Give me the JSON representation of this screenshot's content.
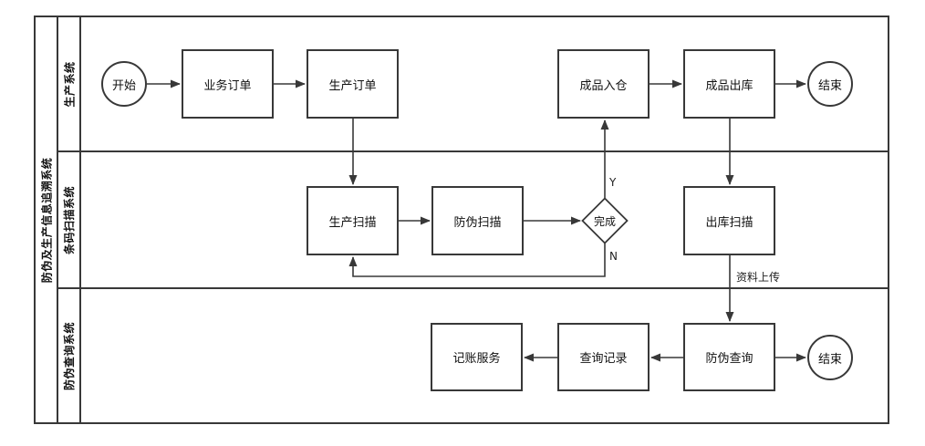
{
  "pool": {
    "title": "防伪及生产信息追溯系统"
  },
  "lanes": [
    {
      "label": "生产系统"
    },
    {
      "label": "条码扫描系统"
    },
    {
      "label": "防伪查询系统"
    }
  ],
  "nodes": {
    "start": {
      "label": "开始",
      "shape": "circle"
    },
    "business_order": {
      "label": "业务订单",
      "shape": "rect"
    },
    "production_order": {
      "label": "生产订单",
      "shape": "rect"
    },
    "finished_in": {
      "label": "成品入仓",
      "shape": "rect"
    },
    "finished_out": {
      "label": "成品出库",
      "shape": "rect"
    },
    "end_production": {
      "label": "结束",
      "shape": "circle"
    },
    "production_scan": {
      "label": "生产扫描",
      "shape": "rect"
    },
    "antifake_scan": {
      "label": "防伪扫描",
      "shape": "rect"
    },
    "complete_decision": {
      "label": "完成",
      "shape": "diamond"
    },
    "outbound_scan": {
      "label": "出库扫描",
      "shape": "rect"
    },
    "bookkeeping": {
      "label": "记账服务",
      "shape": "rect"
    },
    "query_record": {
      "label": "查询记录",
      "shape": "rect"
    },
    "antifake_query": {
      "label": "防伪查询",
      "shape": "rect"
    },
    "end_query": {
      "label": "结束",
      "shape": "circle"
    }
  },
  "edge_labels": {
    "yes": "Y",
    "no": "N",
    "upload": "资料上传"
  },
  "colors": {
    "stroke": "#383838",
    "node_fill": "#ffffff",
    "canvas_bg": "#ffffff",
    "text": "#111111"
  }
}
